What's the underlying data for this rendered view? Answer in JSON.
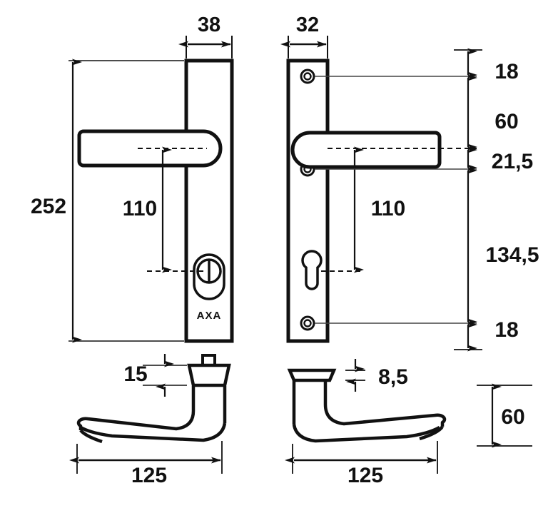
{
  "drawing": {
    "title": "AXA door handle security plate technical drawing",
    "brand_label": "AXA",
    "units": "mm",
    "line_color": "#111111",
    "thin_line_color": "#444444",
    "background": "#ffffff"
  },
  "dimensions": {
    "plate_left_width": "38",
    "plate_right_width": "32",
    "plate_height": "252",
    "handle_to_cylinder_left": "110",
    "handle_to_cylinder_right": "110",
    "top_edge_to_top_screw": "18",
    "top_screw_to_handle_axis": "60",
    "handle_axis_to_second_screw": "21,5",
    "handle_axis_to_bottom_screw": "134,5",
    "bottom_screw_to_bottom_edge": "18",
    "rosette_height_left": "15",
    "rosette_height_right": "8,5",
    "lever_length_left": "125",
    "lever_length_right": "125",
    "lever_drop_height": "60"
  },
  "views": [
    {
      "name": "front-view-left-plate",
      "label": "38"
    },
    {
      "name": "front-view-right-plate",
      "label": "32"
    },
    {
      "name": "side-view-left-lever",
      "label": "125"
    },
    {
      "name": "side-view-right-lever",
      "label": "125"
    }
  ],
  "labels": {
    "w38": "38",
    "w32": "32",
    "h252": "252",
    "h110a": "110",
    "h110b": "110",
    "d18top": "18",
    "d60": "60",
    "d215": "21,5",
    "d1345": "134,5",
    "d18bot": "18",
    "d15": "15",
    "d85": "8,5",
    "l125a": "125",
    "l125b": "125",
    "d60b": "60",
    "axa": "AXA"
  }
}
